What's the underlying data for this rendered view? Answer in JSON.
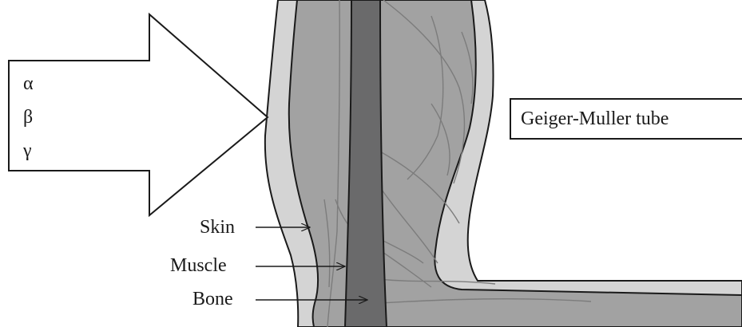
{
  "radiation_types": [
    "α",
    "β",
    "γ"
  ],
  "detector_label": "Geiger-Muller tube",
  "tissue_labels": {
    "skin": "Skin",
    "muscle": "Muscle",
    "bone": "Bone"
  },
  "colors": {
    "skin": "#d4d4d4",
    "muscle": "#a2a2a2",
    "bone": "#6a6a6b",
    "outline": "#1a1a1a",
    "muscle_lines": "#7c7c7c"
  }
}
